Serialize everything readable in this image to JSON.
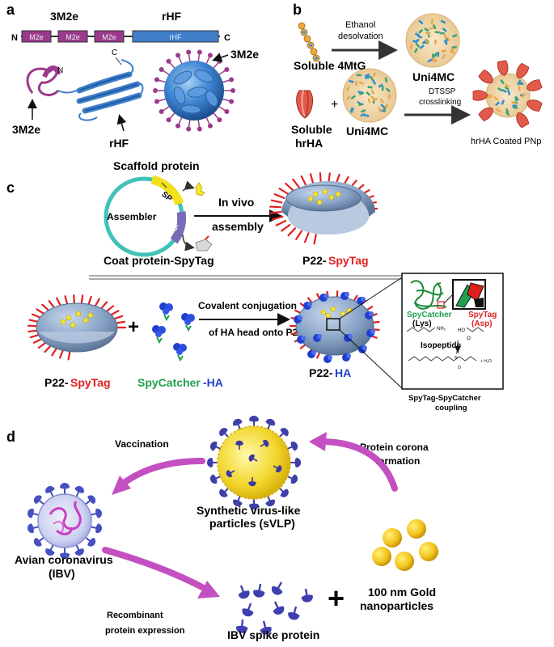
{
  "colors": {
    "m2e": "#9b3a8c",
    "rhf": "#3f7fc8",
    "spytag": "#e0201e",
    "spycatcher": "#21a04f",
    "ha": "#1f3fd0",
    "gold": "#f2c21b",
    "arrow_magenta": "#c34fc0",
    "dark_arrow": "#333333"
  },
  "panel_a": {
    "panel_label": "a",
    "header_3m2e": "3M2e",
    "header_rhf": "rHF",
    "n_terminal": "N",
    "c_terminal": "C",
    "segments": [
      "M2e",
      "M2e",
      "M2e",
      "rHF"
    ],
    "struct_n": "N",
    "struct_c": "C",
    "label_3m2e_left": "3M2e",
    "label_rhf": "rHF",
    "label_3m2e_right": "3M2e"
  },
  "panel_b": {
    "panel_label": "b",
    "ethanol_line1": "Ethanol",
    "ethanol_line2": "desolvation",
    "soluble_4mtg": "Soluble 4MtG",
    "uni4mc_top": "Uni4MC",
    "soluble_line1": "Soluble",
    "soluble_line2": "hrHA",
    "plus": "+",
    "uni4mc_bottom": "Uni4MC",
    "dtssp_line1": "DTSSP",
    "dtssp_line2": "crosslinking",
    "coated": "hrHA Coated PNp"
  },
  "panel_c": {
    "panel_label": "c",
    "scaffold": "Scaffold protein",
    "sp": "SP",
    "cp": "CP",
    "assembler": "Assembler",
    "in_vivo": "In vivo",
    "assembly": "assembly",
    "coat_protein": "Coat protein-SpyTag",
    "p22_prefix": "P22-",
    "spytag": "SpyTag",
    "plus": "+",
    "spycatcher": "SpyCatcher",
    "dash_ha": "-HA",
    "covalent_line1": "Covalent conjugation",
    "covalent_line2": "of HA head onto P22",
    "p22_ha_prefix": "P22-",
    "ha": "HA",
    "inset_spycatcher": "SpyCatcher",
    "inset_lys": "(Lys)",
    "inset_spytag": "SpyTag",
    "inset_asp": "(Asp)",
    "inset_nh2": "NH₂",
    "inset_ho": "HO",
    "inset_o": "O",
    "inset_isopeptide": "Isopeptide",
    "inset_h": "H",
    "inset_n": "N",
    "inset_o2": "O",
    "inset_water": "+ H₂O",
    "coupling_line1": "SpyTag-SpyCatcher",
    "coupling_line2": "coupling"
  },
  "panel_d": {
    "panel_label": "d",
    "vaccination": "Vaccination",
    "protein_corona_line1": "Protein corona",
    "protein_corona_line2": "formation",
    "svlp_line1": "Synthetic virus-like",
    "svlp_line2": "particles (sVLP)",
    "avian_line1": "Avian coronavirus",
    "avian_line2": "(IBV)",
    "recombinant_line1": "Recombinant",
    "recombinant_line2": "protein expression",
    "spike": "IBV spike protein",
    "plus": "+",
    "gold_line1": "100 nm Gold",
    "gold_line2": "nanoparticles"
  }
}
